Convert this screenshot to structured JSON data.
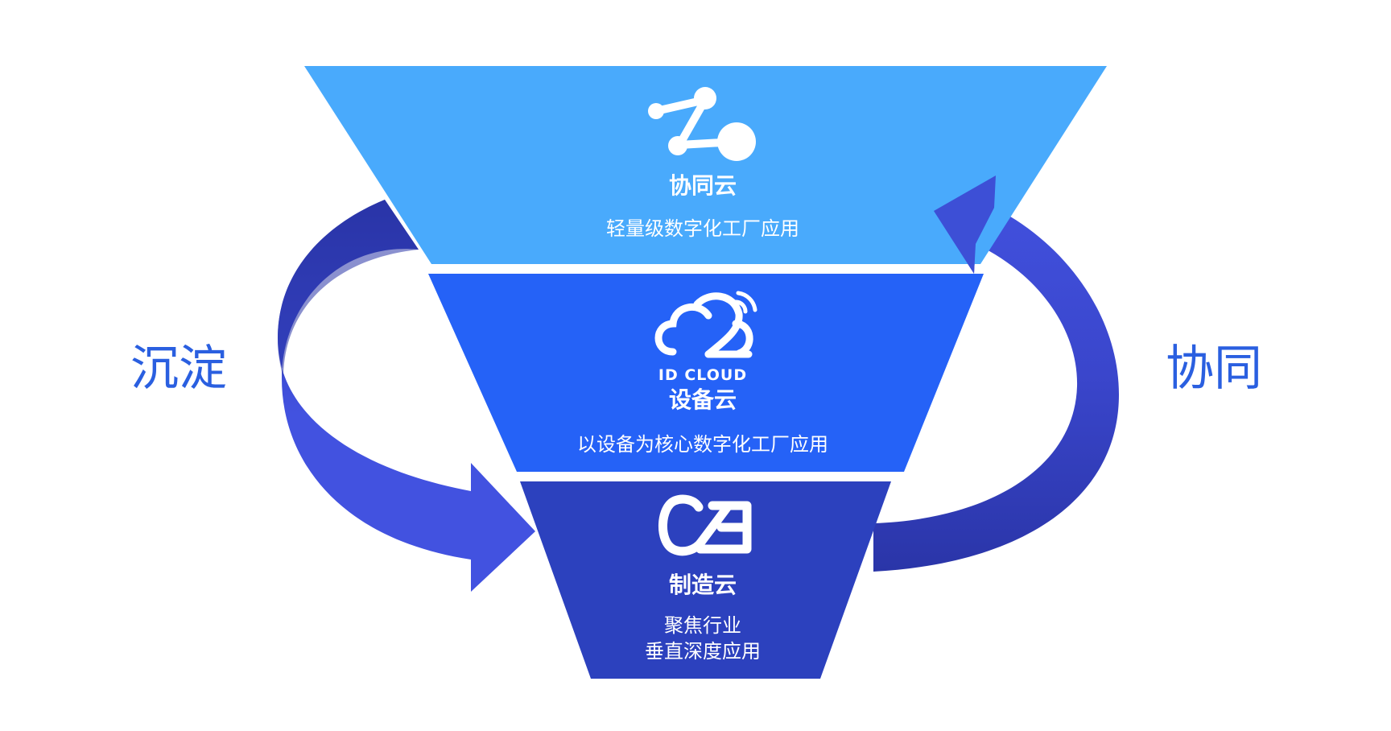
{
  "colors": {
    "tier_top": "#49aafc",
    "tier_middle": "#2562f7",
    "tier_bottom": "#2c41be",
    "arrow_light": "#4252e0",
    "arrow_dark": "#2a35a8",
    "side_label": "#2a5fe0",
    "text": "#ffffff"
  },
  "side_labels": {
    "left": "沉淀",
    "right": "协同"
  },
  "tiers": [
    {
      "icon": "node-link-icon",
      "title": "协同云",
      "subtitle_lines": [
        "轻量级数字化工厂应用"
      ]
    },
    {
      "icon": "cloud-signal-icon",
      "logo_text": "ID CLOUD",
      "title": "设备云",
      "subtitle_lines": [
        "以设备为核心数字化工厂应用"
      ]
    },
    {
      "icon": "cb-logo-icon",
      "title": "制造云",
      "subtitle_lines": [
        "聚焦行业",
        "垂直深度应用"
      ]
    }
  ]
}
